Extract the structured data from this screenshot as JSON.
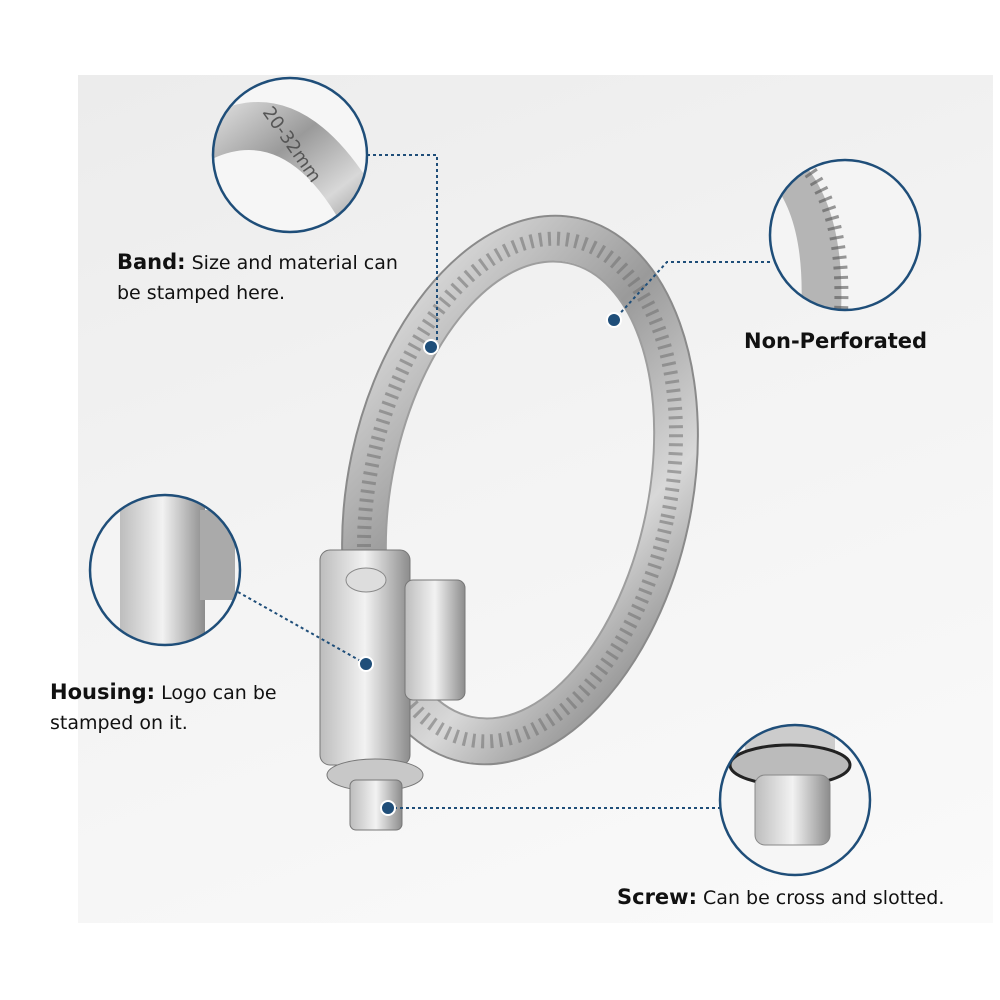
{
  "accent_color": "#1f4e79",
  "callouts": {
    "band": {
      "title": "Band:",
      "text_line1": "Size and material can",
      "text_line2": "be stamped here.",
      "stamp": "20-32mm"
    },
    "perforation": {
      "title": "Non-Perforated"
    },
    "housing": {
      "title": "Housing:",
      "text_line1": "Logo can be",
      "text_line2": "stamped on it."
    },
    "screw": {
      "title": "Screw:",
      "text": "Can be cross and slotted."
    }
  }
}
